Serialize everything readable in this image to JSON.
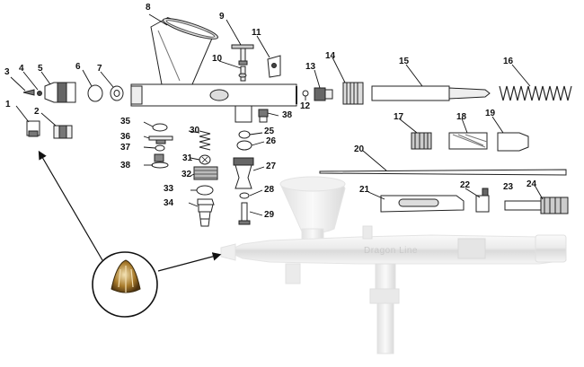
{
  "labels": [
    "1",
    "2",
    "3",
    "4",
    "5",
    "6",
    "7",
    "8",
    "9",
    "10",
    "11",
    "12",
    "13",
    "14",
    "15",
    "16",
    "17",
    "18",
    "19",
    "20",
    "21",
    "22",
    "23",
    "24",
    "25",
    "26",
    "27",
    "28",
    "29",
    "30",
    "31",
    "32",
    "33",
    "34",
    "35",
    "36",
    "37",
    "38",
    "38"
  ],
  "watermark": "Dragon Line",
  "colors": {
    "line": "#222222",
    "fill": "#ffffff",
    "shade": "#444444",
    "dark": "#333333",
    "metal_light": "#f2f2f2",
    "metal_mid": "#d4d4d4",
    "metal_dark": "#9a9a9a",
    "brass": "#b08a3a"
  }
}
